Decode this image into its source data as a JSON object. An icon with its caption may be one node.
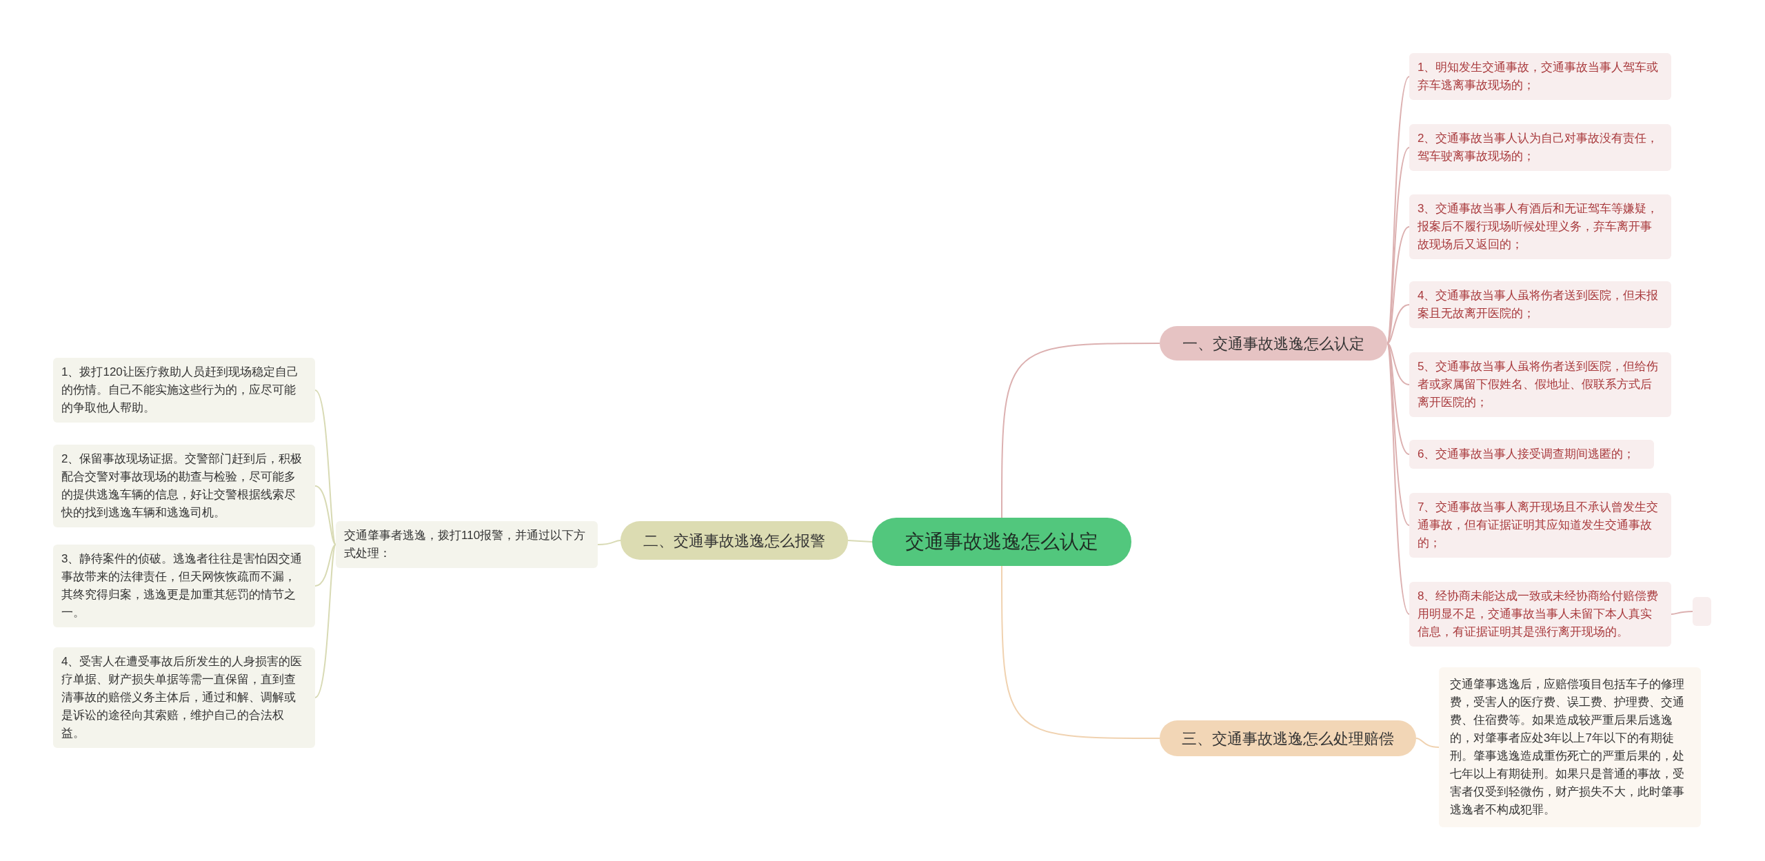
{
  "diagram": {
    "nodes": [
      {
        "text": [
          "交通事故逃逸怎么认定"
        ]
      },
      {
        "text": [
          "一、交通事故逃逸怎么认定"
        ]
      },
      {
        "text": [
          "1、明知发生交通事故，交通事故当事人驾车或弃车逃离事故现场的；"
        ]
      },
      {
        "text": [
          "2、交通事故当事人认为自己对事故没有责任，驾车驶离事故现场的；"
        ]
      },
      {
        "text": [
          "3、交通事故当事人有酒后和无证驾车等嫌疑，报案后不履行现场听候处理义务，弃车离开事故现场后又返回的；"
        ]
      },
      {
        "text": [
          "4、交通事故当事人虽将伤者送到医院，但未报案且无故离开医院的；"
        ]
      },
      {
        "text": [
          "5、交通事故当事人虽将伤者送到医院，但给伤者或家属留下假姓名、假地址、假联系方式后离开医院的；"
        ]
      },
      {
        "text": [
          "6、交通事故当事人接受调查期间逃匿的；"
        ]
      },
      {
        "text": [
          "7、交通事故当事人离开现场且不承认曾发生交通事故，但有证据证明其应知道发生交通事故的；"
        ]
      },
      {
        "text": [
          "8、经协商未能达成一致或未经协商给付赔偿费用明显不足，交通事故当事人未留下本人真实信息，有证据证明其是强行离开现场的。"
        ]
      },
      {
        "text": [],
        "shape": "box"
      },
      {
        "text": [
          "二、交通事故逃逸怎么报警"
        ]
      },
      {
        "text": [
          "交通肇事者逃逸，拨打110报警，并通过以下方式处理："
        ]
      },
      {
        "text": [
          "1、拨打120让医疗救助人员赶到现场稳定自己的伤情。自己不能实施这些行为的，应尽可能的争取他人帮助。"
        ]
      },
      {
        "text": [
          "2、保留事故现场证据。交警部门赶到后，积极配合交警对事故现场的勘查与检验，尽可能多的提供逃逸车辆的信息，好让交警根据线索尽快的找到逃逸车辆和逃逸司机。"
        ]
      },
      {
        "text": [
          "3、静待案件的侦破。逃逸者往往是害怕因交通事故带来的法律责任，但天网恢恢疏而不漏，其终究得归案，逃逸更是加重其惩罚的情节之一。"
        ]
      },
      {
        "text": [
          "4、受害人在遭受事故后所发生的人身损害的医疗单据、财产损失单据等需一直保留，直到查清事故的赔偿义务主体后，通过和解、调解或是诉讼的途径向其索赔，维护自己的合法权益。"
        ]
      },
      {
        "text": [
          "三、交通事故逃逸怎么处理赔偿"
        ]
      },
      {
        "text": [
          "交通肇事逃逸后，应赔偿项目包括车子的修理费，受害人的医疗费、误工费、护理费、交通费、住宿费等。如果造成较严重后果后逃逸的，对肇事者应处3年以上7年以下的有期徒刑。肇事逃逸造成重伤死亡的严重后果的，处七年以上有期徒刑。如果只是普通的事故，受害者仅受到轻微伤，财产损失不大，此时肇事逃逸者不构成犯罪。"
        ]
      }
    ],
    "edges": [
      {
        "from": 0,
        "to": 1,
        "arrow": "none",
        "color": "#dcb0b0"
      },
      {
        "from": 1,
        "to": 2,
        "arrow": "none",
        "color": "#dcb0b0"
      },
      {
        "from": 1,
        "to": 3,
        "arrow": "none",
        "color": "#dcb0b0"
      },
      {
        "from": 1,
        "to": 4,
        "arrow": "none",
        "color": "#dcb0b0"
      },
      {
        "from": 1,
        "to": 5,
        "arrow": "none",
        "color": "#dcb0b0"
      },
      {
        "from": 1,
        "to": 6,
        "arrow": "none",
        "color": "#dcb0b0"
      },
      {
        "from": 1,
        "to": 7,
        "arrow": "none",
        "color": "#dcb0b0"
      },
      {
        "from": 1,
        "to": 8,
        "arrow": "none",
        "color": "#dcb0b0"
      },
      {
        "from": 1,
        "to": 9,
        "arrow": "none",
        "color": "#dcb0b0"
      },
      {
        "from": 9,
        "to": 10,
        "arrow": "none",
        "color": "#dcb0b0"
      },
      {
        "from": 0,
        "to": 11,
        "arrow": "none",
        "color": "#d8dab4"
      },
      {
        "from": 11,
        "to": 12,
        "arrow": "none",
        "color": "#d8dab4"
      },
      {
        "from": 12,
        "to": 13,
        "arrow": "none",
        "color": "#d8dab4"
      },
      {
        "from": 12,
        "to": 14,
        "arrow": "none",
        "color": "#d8dab4"
      },
      {
        "from": 12,
        "to": 15,
        "arrow": "none",
        "color": "#d8dab4"
      },
      {
        "from": 12,
        "to": 16,
        "arrow": "none",
        "color": "#d8dab4"
      },
      {
        "from": 0,
        "to": 17,
        "arrow": "none",
        "color": "#f0d2b0"
      },
      {
        "from": 17,
        "to": 18,
        "arrow": "none",
        "color": "#f0d2b0"
      }
    ]
  }
}
